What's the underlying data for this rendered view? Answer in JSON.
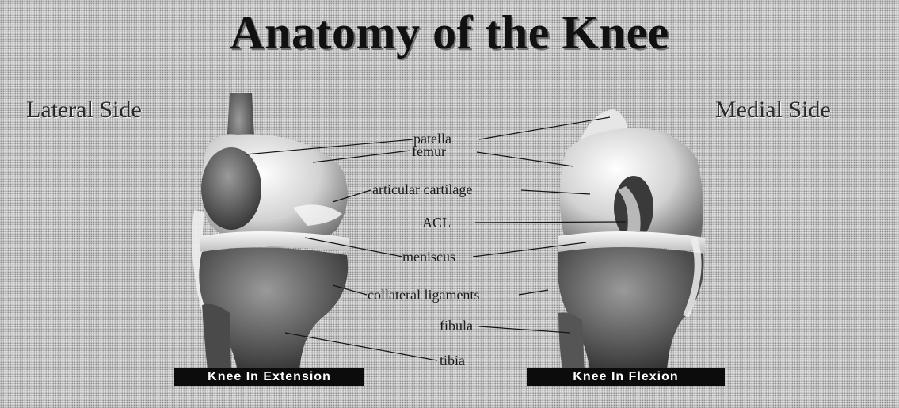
{
  "title": "Anatomy of the Knee",
  "sides": {
    "lateral": "Lateral Side",
    "medial": "Medial Side"
  },
  "labels": {
    "patella": "patella",
    "femur": "femur",
    "articular_cartilage": "articular cartilage",
    "acl": "ACL",
    "meniscus": "meniscus",
    "collateral_ligaments": "collateral ligaments",
    "fibula": "fibula",
    "tibia": "tibia"
  },
  "captions": {
    "extension": "Knee In Extension",
    "flexion": "Knee In Flexion"
  }
}
